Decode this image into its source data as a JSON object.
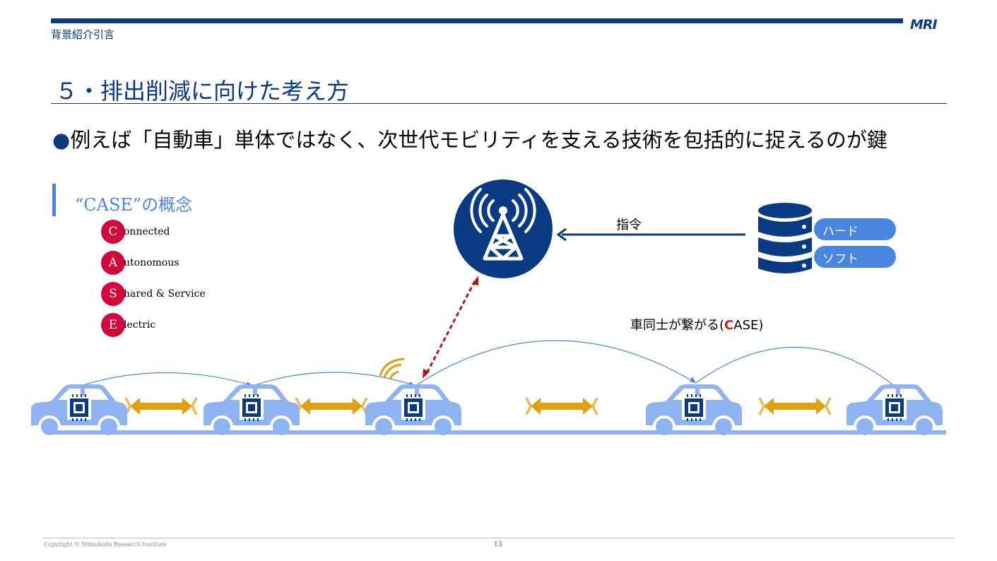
{
  "header": {
    "section": "背景紹介引言",
    "brand": "MRI"
  },
  "title": "５・排出削減に向けた考え方",
  "bullet": {
    "marker": "●",
    "text": "例えば「自動車」単体ではなく、次世代モビリティを支える技術を包括的に捉えるのが鍵"
  },
  "case": {
    "title": "“CASE”の概念",
    "items": [
      {
        "letter": "C",
        "word": "onnected"
      },
      {
        "letter": "A",
        "word": "utonomous"
      },
      {
        "letter": "S",
        "word": "hared & Service"
      },
      {
        "letter": "E",
        "word": "lectric"
      }
    ]
  },
  "diagram": {
    "command_label": "指令",
    "server_options": [
      "ハード",
      "ソフト"
    ],
    "connect_label_prefix": "車同士が繋がる(",
    "connect_label_highlight": "C",
    "connect_label_suffix": "ASE)",
    "colors": {
      "navy": "#0a3b82",
      "car": "#8fb3f0",
      "arrow": "#e0a010",
      "accent_red": "#d3073c"
    }
  },
  "footer": {
    "copyright": "Copyright © Mitsubishi Research Institute",
    "page": "13"
  }
}
